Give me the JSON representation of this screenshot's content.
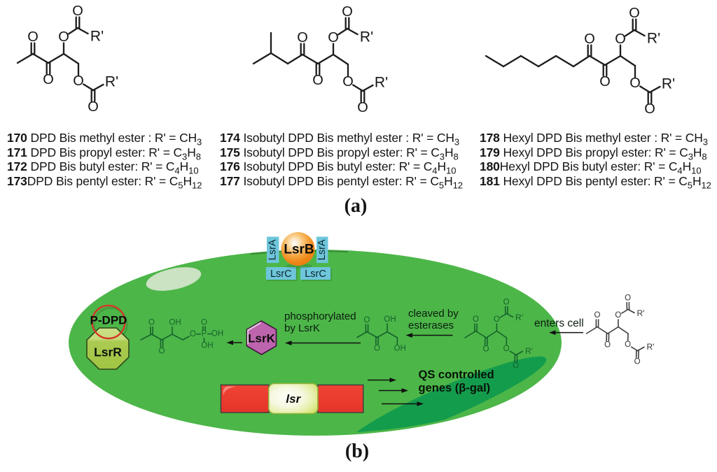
{
  "figure": {
    "panel_a_label": "(a)",
    "panel_b_label": "(b)"
  },
  "atoms": {
    "O": "O",
    "OH": "OH",
    "P": "P",
    "R": "R'"
  },
  "compound_groups": [
    {
      "name": "dpd-bis-esters",
      "lines": [
        {
          "num": "170",
          "parts": [
            {
              "t": " DPD Bis methyl ester : R' = CH"
            },
            {
              "s": "3"
            }
          ]
        },
        {
          "num": "171",
          "parts": [
            {
              "t": " DPD Bis propyl ester: R' = C"
            },
            {
              "s": "3"
            },
            {
              "t": "H"
            },
            {
              "s": "8"
            }
          ]
        },
        {
          "num": "172",
          "parts": [
            {
              "t": " DPD Bis butyl ester: R' = C"
            },
            {
              "s": "4"
            },
            {
              "t": "H"
            },
            {
              "s": "10"
            }
          ]
        },
        {
          "num": "173",
          "parts": [
            {
              "t": "DPD Bis pentyl ester: R' = C"
            },
            {
              "s": "5"
            },
            {
              "t": "H"
            },
            {
              "s": "12"
            }
          ]
        }
      ]
    },
    {
      "name": "isobutyl-dpd-bis-esters",
      "lines": [
        {
          "num": "174",
          "parts": [
            {
              "t": " Isobutyl DPD Bis methyl ester : R' = CH"
            },
            {
              "s": "3"
            }
          ]
        },
        {
          "num": "175",
          "parts": [
            {
              "t": " Isobutyl DPD Bis propyl ester: R' = C"
            },
            {
              "s": "3"
            },
            {
              "t": "H"
            },
            {
              "s": "8"
            }
          ]
        },
        {
          "num": "176",
          "parts": [
            {
              "t": " Isobutyl DPD Bis butyl ester: R' = C"
            },
            {
              "s": "4"
            },
            {
              "t": "H"
            },
            {
              "s": "10"
            }
          ]
        },
        {
          "num": "177",
          "parts": [
            {
              "t": " Isobutyl DPD Bis pentyl ester: R' = C"
            },
            {
              "s": "5"
            },
            {
              "t": "H"
            },
            {
              "s": "12"
            }
          ]
        }
      ]
    },
    {
      "name": "hexyl-dpd-bis-esters",
      "lines": [
        {
          "num": "178",
          "parts": [
            {
              "t": " Hexyl DPD Bis methyl ester : R' = CH"
            },
            {
              "s": "3"
            }
          ]
        },
        {
          "num": "179",
          "parts": [
            {
              "t": " Hexyl DPD Bis propyl ester: R' = C"
            },
            {
              "s": "3"
            },
            {
              "t": "H"
            },
            {
              "s": "8"
            }
          ]
        },
        {
          "num": "180",
          "parts": [
            {
              "t": "Hexyl DPD Bis butyl ester: R' = C"
            },
            {
              "s": "4"
            },
            {
              "t": "H"
            },
            {
              "s": "10"
            }
          ]
        },
        {
          "num": "181",
          "parts": [
            {
              "t": " Hexyl DPD Bis pentyl ester: R' = C"
            },
            {
              "s": "5"
            },
            {
              "t": "H"
            },
            {
              "s": "12"
            }
          ]
        }
      ]
    }
  ],
  "pathway": {
    "lsrB": "LsrB",
    "lsrA_left": "LsrA",
    "lsrA_right": "LsrA",
    "lsrC_left": "LsrC",
    "lsrC_right": "LsrC",
    "p_dpd": "P-DPD",
    "lsrR": "LsrR",
    "lsrK": "LsrK",
    "lsr_gene": "lsr",
    "phosphorylated_line1": "phosphorylated",
    "phosphorylated_line2": "by LsrK",
    "cleaved_line1": "cleaved by",
    "cleaved_line2": "esterases",
    "enters_cell": "enters cell",
    "qs_line1": "QS controlled",
    "qs_line2": "genes (β-gal)"
  },
  "colors": {
    "cell": "#4CB648",
    "cell_highlight": "#CBE2C3",
    "nucleoid": "#149C4D",
    "transporter_box": "#6EC6DB",
    "transporter_text": "#0d2630",
    "red_box": "#EA3A2E",
    "ring_red": "#D43826",
    "lsrK_fill": "#BC64AD",
    "structure_black": "#1c1c1c",
    "structure_green": "#15632c",
    "arrow": "#111111"
  }
}
